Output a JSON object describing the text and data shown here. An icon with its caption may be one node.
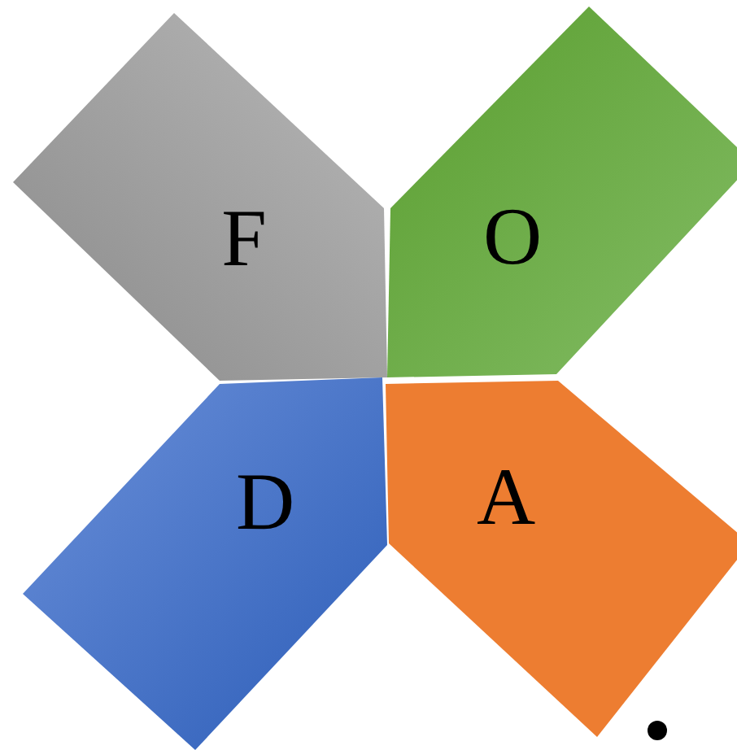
{
  "diagram": {
    "nodes": [
      {
        "text": [
          "F"
        ]
      },
      {
        "text": [
          "O"
        ]
      },
      {
        "text": [
          "D"
        ]
      },
      {
        "text": [
          "A"
        ]
      }
    ]
  }
}
